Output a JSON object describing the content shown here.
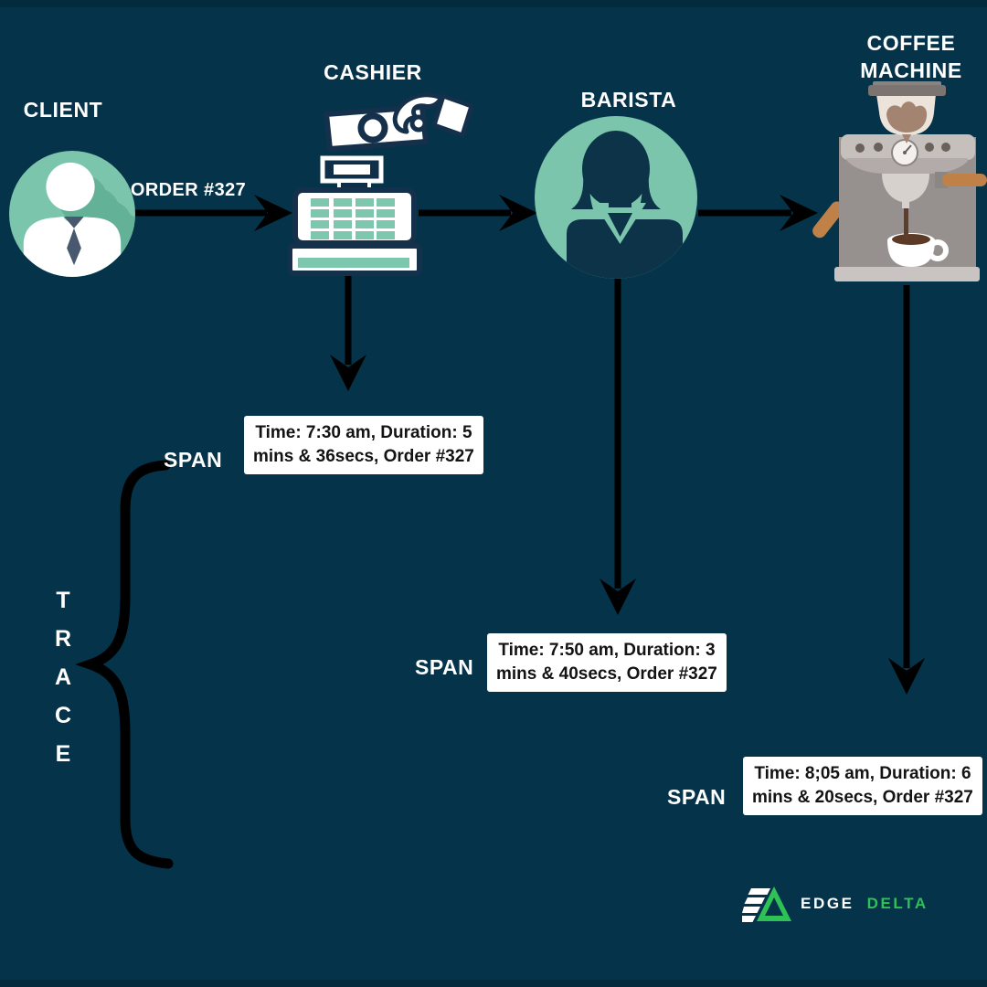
{
  "colors": {
    "background": "#04334a",
    "edge_strip": "#032a3d",
    "teal": "#7cc5ad",
    "teal_shadow": "#63b197",
    "icon_navy": "#15304a",
    "silhouette_navy": "#0d3349",
    "tie_navy": "#47586f",
    "arrow_black": "#000000",
    "box_background": "#ffffff",
    "box_text": "#131313",
    "logo_green": "#2ec155"
  },
  "nodes": {
    "client": {
      "label": "CLIENT"
    },
    "cashier": {
      "label": "CASHIER"
    },
    "barista": {
      "label": "BARISTA"
    },
    "coffee_machine": {
      "line1": "COFFEE",
      "line2": "MACHINE"
    }
  },
  "order_arrow": {
    "label": "ORDER #327"
  },
  "trace": {
    "label": "TRACE",
    "letters": [
      "T",
      "R",
      "A",
      "C",
      "E"
    ]
  },
  "spans": [
    {
      "label": "SPAN",
      "line1": "Time: 7:30 am, Duration: 5",
      "line2": "mins & 36secs, Order #327"
    },
    {
      "label": "SPAN",
      "line1": "Time: 7:50 am, Duration: 3",
      "line2": "mins & 40secs, Order #327"
    },
    {
      "label": "SPAN",
      "line1": "Time: 8;05 am, Duration: 6",
      "line2": "mins & 20secs, Order #327"
    }
  ],
  "logo": {
    "edge": "EDGE",
    "delta": "DELTA"
  }
}
